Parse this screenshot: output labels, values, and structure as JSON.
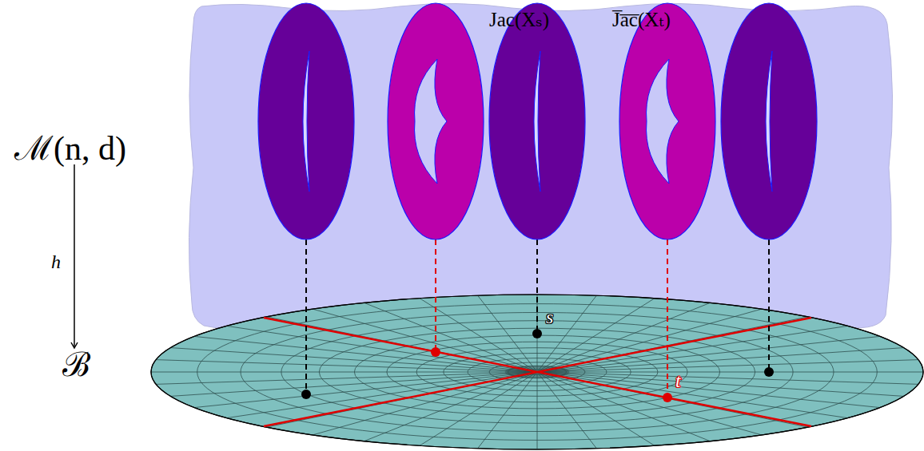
{
  "diagram": {
    "labels": [
      "ℳ(n, d)",
      "h",
      "ℬ",
      "Jac(Xₛ)",
      "J̅a̅c̅(Xₜ)",
      "s",
      "t"
    ]
  }
}
